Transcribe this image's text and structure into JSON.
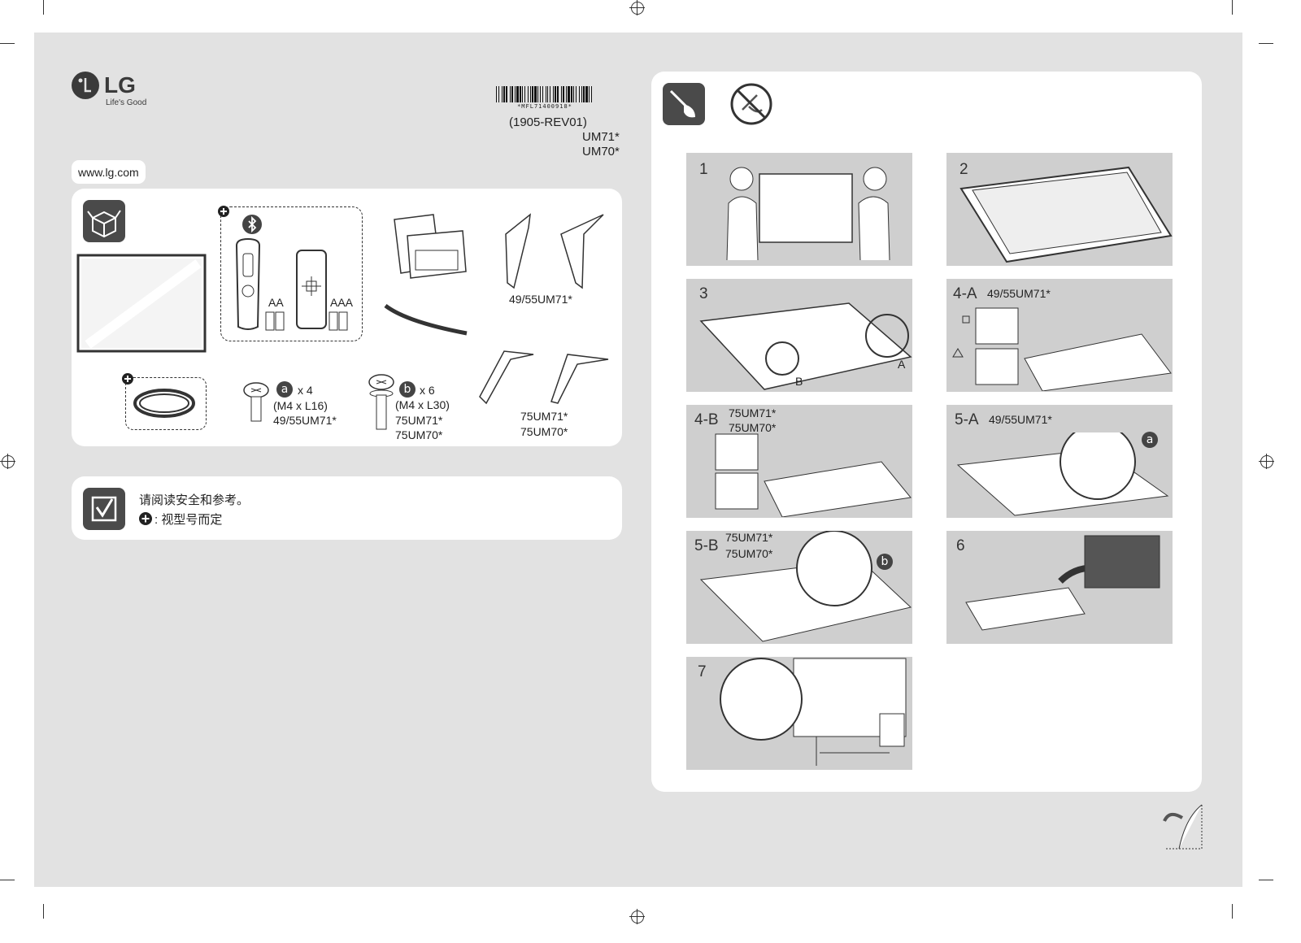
{
  "brand": {
    "name": "LG",
    "slogan": "Life's Good",
    "logo_glyph": "L"
  },
  "doc": {
    "barcode_text": "*MFL71400918*",
    "revision": "(1905-REV01)",
    "models": [
      "UM71*",
      "UM70*"
    ],
    "website": "www.lg.com"
  },
  "accessories": {
    "remote1_batteries": "AA",
    "remote2_batteries": "AAA",
    "stand1_models": "49/55UM71*",
    "stand2_models": [
      "75UM71*",
      "75UM70*"
    ],
    "screw_a": {
      "letter": "a",
      "count": "x 4",
      "size": "(M4 x L16)",
      "models": [
        "49/55UM71*"
      ]
    },
    "screw_b": {
      "letter": "b",
      "count": "x 6",
      "size": "(M4 x L30)",
      "models": [
        "75UM71*",
        "75UM70*"
      ]
    }
  },
  "note": {
    "line1": "请阅读安全和参考。",
    "line2": ": 视型号而定"
  },
  "steps": [
    {
      "label": "1",
      "models": []
    },
    {
      "label": "2",
      "models": []
    },
    {
      "label": "3",
      "models": [],
      "callouts": [
        "B",
        "A"
      ]
    },
    {
      "label": "4-A",
      "models": [
        "49/55UM71*"
      ]
    },
    {
      "label": "4-B",
      "models": [
        "75UM71*",
        "75UM70*"
      ]
    },
    {
      "label": "5-A",
      "models": [
        "49/55UM71*"
      ],
      "callouts": [
        "a"
      ]
    },
    {
      "label": "5-B",
      "models": [
        "75UM71*",
        "75UM70*"
      ],
      "callouts": [
        "b"
      ]
    },
    {
      "label": "6",
      "models": []
    },
    {
      "label": "7",
      "models": []
    }
  ],
  "icons": {
    "tool": "screwdriver-icon",
    "no_tool": "no-sharp-tool-icon",
    "box": "unbox-icon",
    "check": "checklist-icon",
    "bluetooth": "bluetooth-icon",
    "plus": "plus-circle-icon",
    "lock": "lock-icon",
    "warning": "warning-icon",
    "fold": "fold-corner-icon"
  }
}
